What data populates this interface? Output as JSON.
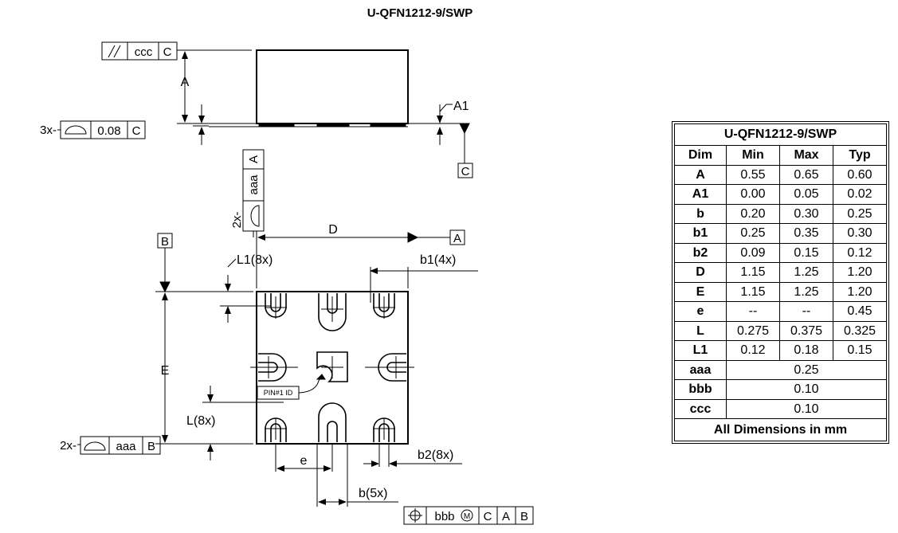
{
  "package_title": "U-QFN1212-9/SWP",
  "side_view": {
    "fcf_parallelism": {
      "tolerance": "ccc",
      "datum": "C"
    },
    "fcf_flatness": {
      "prefix": "3x-",
      "tolerance": "0.08",
      "datum": "C"
    },
    "label_A": "A",
    "label_A1": "A1",
    "datum_C": "C"
  },
  "top_view": {
    "fcf_left": {
      "prefix": "2x-",
      "tolerance": "aaa",
      "datum": "A"
    },
    "fcf_bottom": {
      "prefix": "2x-",
      "tolerance": "aaa",
      "datum": "B"
    },
    "fcf_position": {
      "tolerance": "bbb",
      "modifier": "M",
      "datums": [
        "C",
        "A",
        "B"
      ]
    },
    "datum_A": "A",
    "datum_B": "B",
    "label_D": "D",
    "label_E": "E",
    "label_e": "e",
    "label_L1": "L1(8x)",
    "label_L": "L(8x)",
    "label_b1": "b1(4x)",
    "label_b2": "b2(8x)",
    "label_b": "b(5x)",
    "pin1_id": "PIN#1 ID"
  },
  "dimension_table": {
    "title": "U-QFN1212-9/SWP",
    "headers": [
      "Dim",
      "Min",
      "Max",
      "Typ"
    ],
    "rows": [
      {
        "dim": "A",
        "min": "0.55",
        "max": "0.65",
        "typ": "0.60"
      },
      {
        "dim": "A1",
        "min": "0.00",
        "max": "0.05",
        "typ": "0.02"
      },
      {
        "dim": "b",
        "min": "0.20",
        "max": "0.30",
        "typ": "0.25"
      },
      {
        "dim": "b1",
        "min": "0.25",
        "max": "0.35",
        "typ": "0.30"
      },
      {
        "dim": "b2",
        "min": "0.09",
        "max": "0.15",
        "typ": "0.12"
      },
      {
        "dim": "D",
        "min": "1.15",
        "max": "1.25",
        "typ": "1.20"
      },
      {
        "dim": "E",
        "min": "1.15",
        "max": "1.25",
        "typ": "1.20"
      },
      {
        "dim": "e",
        "min": "--",
        "max": "--",
        "typ": "0.45"
      },
      {
        "dim": "L",
        "min": "0.275",
        "max": "0.375",
        "typ": "0.325"
      },
      {
        "dim": "L1",
        "min": "0.12",
        "max": "0.18",
        "typ": "0.15"
      }
    ],
    "tolerance_rows": [
      {
        "dim": "aaa",
        "value": "0.25"
      },
      {
        "dim": "bbb",
        "value": "0.10"
      },
      {
        "dim": "ccc",
        "value": "0.10"
      }
    ],
    "footer": "All Dimensions in mm"
  }
}
